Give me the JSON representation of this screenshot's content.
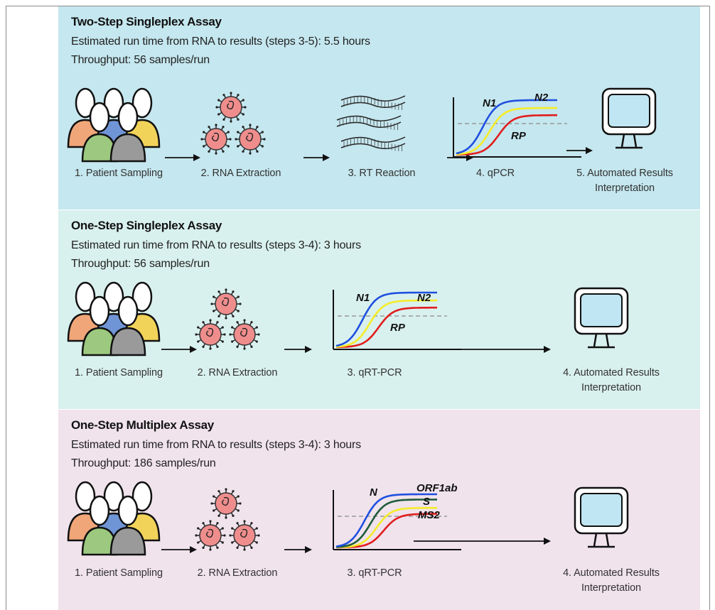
{
  "panels": [
    {
      "title": "Two-Step Singleplex Assay",
      "runtime": "Estimated run time from RNA to results (steps 3-5): 5.5 hours",
      "throughput": "Throughput: 56 samples/run",
      "steps": [
        "1. Patient Sampling",
        "2. RNA Extraction",
        "3. RT Reaction",
        "4. qPCR",
        "5. Automated Results Interpretation"
      ],
      "curve_labels": [
        "N1",
        "N2",
        "RP"
      ]
    },
    {
      "title": "One-Step Singleplex Assay",
      "runtime": "Estimated run time from RNA to results (steps 3-4): 3 hours",
      "throughput": "Throughput: 56 samples/run",
      "steps": [
        "1. Patient Sampling",
        "2. RNA Extraction",
        "3. qRT-PCR",
        "4. Automated Results Interpretation"
      ],
      "curve_labels": [
        "N1",
        "N2",
        "RP"
      ]
    },
    {
      "title": "One-Step Multiplex Assay",
      "runtime": "Estimated run time from RNA to results (steps 3-4): 3 hours",
      "throughput": "Throughput: 186 samples/run",
      "steps": [
        "1. Patient Sampling",
        "2. RNA Extraction",
        "3. qRT-PCR",
        "4. Automated Results Interpretation"
      ],
      "curve_labels": [
        "N",
        "ORF1ab",
        "S",
        "MS2"
      ]
    }
  ],
  "colors": {
    "panel1_bg": "#c5e7ef",
    "panel2_bg": "#d9f1ee",
    "panel3_bg": "#f0e3ec",
    "person_orange": "#f0a679",
    "person_blue": "#6f95d6",
    "person_yellow": "#f2d35a",
    "person_green": "#9cc97f",
    "person_gray": "#9a9a9a",
    "virus": "#ef8d8d",
    "curve_blue": "#1f4fe0",
    "curve_yellow": "#f5ec2a",
    "curve_red": "#e11d1d",
    "curve_green": "#1f5c3a",
    "monitor_screen": "#bfe6f2"
  },
  "icons": [
    "people-icon",
    "virus-icon",
    "rna-strand-icon",
    "amplification-plot",
    "monitor-icon",
    "arrow-icon"
  ]
}
